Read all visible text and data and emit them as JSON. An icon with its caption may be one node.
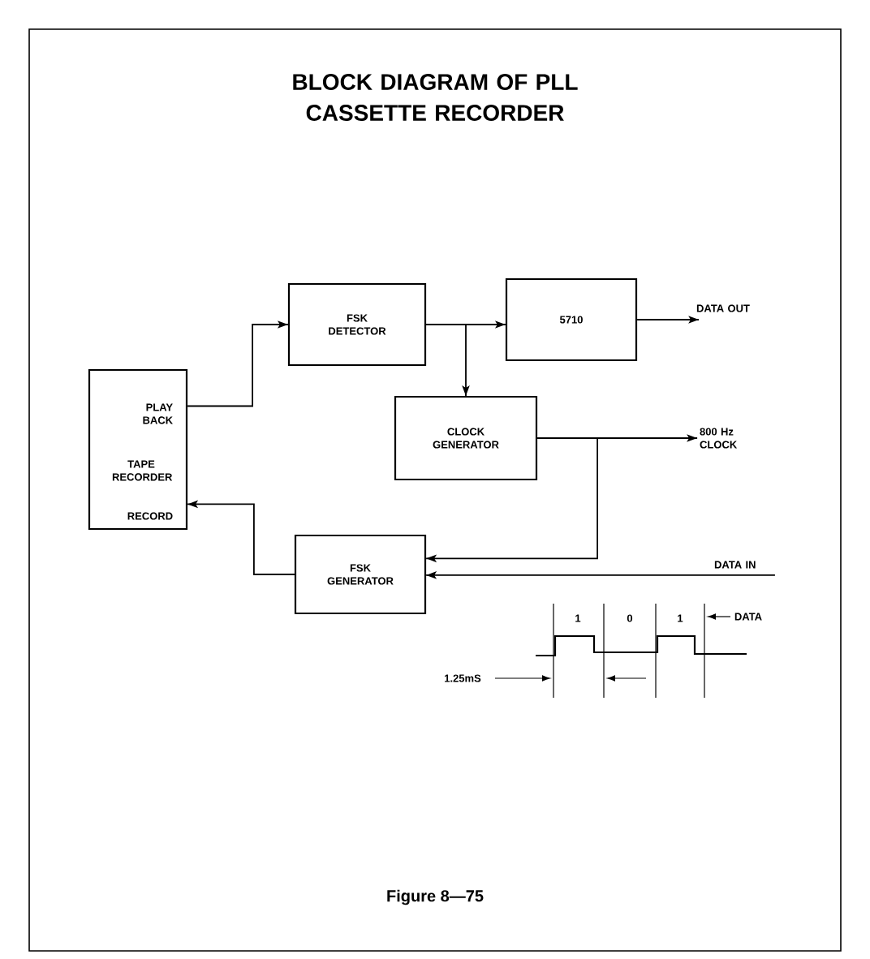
{
  "diagram": {
    "title": "BLOCK DIAGRAM OF PLL CASSETTE RECORDER",
    "caption": "Figure 8—75",
    "nodes": [
      {
        "text": [
          "PLAY BACK",
          "TAPE RECORDER",
          "RECORD"
        ]
      },
      {
        "text": [
          "FSK DETECTOR"
        ]
      },
      {
        "text": [
          "5710"
        ]
      },
      {
        "text": [
          "CLOCK GENERATOR"
        ]
      },
      {
        "text": [
          "FSK GENERATOR"
        ]
      },
      {
        "text": [
          "DATA OUT"
        ]
      },
      {
        "text": [
          "800 Hz CLOCK"
        ]
      },
      {
        "text": [
          "DATA IN"
        ]
      }
    ],
    "edges": [
      {
        "from": 0,
        "to": 1,
        "arrow": "to"
      },
      {
        "from": 1,
        "to": 2,
        "arrow": "to"
      },
      {
        "from": 1,
        "to": 3,
        "arrow": "to"
      },
      {
        "from": 2,
        "to": 5,
        "arrow": "to"
      },
      {
        "from": 3,
        "to": 6,
        "arrow": "to"
      },
      {
        "from": 3,
        "to": 4,
        "arrow": "to"
      },
      {
        "from": 7,
        "to": 4,
        "arrow": "to"
      },
      {
        "from": 4,
        "to": 0,
        "arrow": "to"
      }
    ],
    "labels": [
      "1",
      "0",
      "1",
      "DATA",
      "1.25mS"
    ]
  }
}
